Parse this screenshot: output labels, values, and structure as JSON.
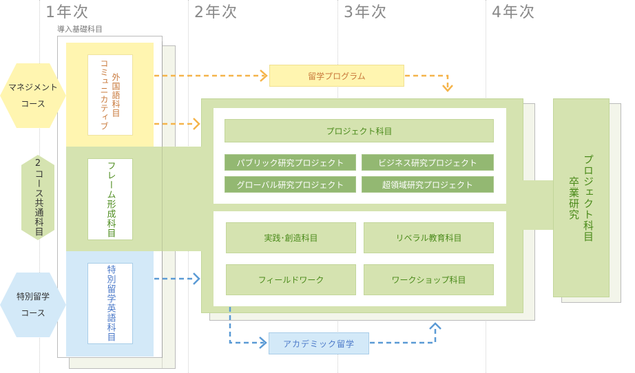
{
  "years": [
    "1年次",
    "2年次",
    "3年次",
    "4年次"
  ],
  "intro_label": "導入基礎科目",
  "courses": {
    "management": [
      "マネジメント",
      "コース"
    ],
    "common": "2コース共通科目",
    "special": [
      "特別留学",
      "コース"
    ]
  },
  "year1": {
    "communicative": "コミュニカティブ",
    "foreign": "外国語科目",
    "frame": "フレーム形成科目",
    "special_english": "特別留学英語科目"
  },
  "study_abroad_program": "留学プログラム",
  "project": {
    "title": "プロジェクト科目",
    "items": [
      "パブリック研究プロジェクト",
      "ビジネス研究プロジェクト",
      "グローバル研究プロジェクト",
      "超領域研究プロジェクト"
    ]
  },
  "subjects": [
    "実践･創造科目",
    "リベラル教育科目",
    "フィールドワーク",
    "ワークショップ科目"
  ],
  "academic_abroad": "アカデミック留学",
  "graduation": [
    "卒業研究",
    "プロジェクト科目"
  ],
  "colors": {
    "yellow": "#fff5b0",
    "green": "#d5e3b0",
    "blue": "#d3e9f8",
    "orange": "#f5b44a",
    "blue_arrow": "#5a9ad5"
  }
}
